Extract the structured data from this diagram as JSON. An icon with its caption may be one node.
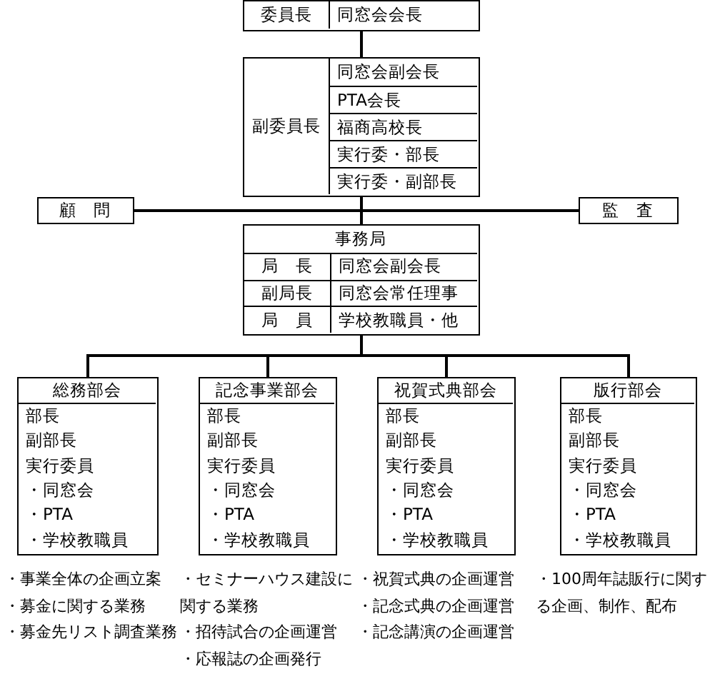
{
  "diagram": {
    "nodes": [
      {
        "text": [
          "委員長",
          "同窓会会長"
        ]
      },
      {
        "text": [
          "副委員長",
          "同窓会副会長",
          "PTA会長",
          "福商高校長",
          "実行委・部長",
          "実行委・副部長"
        ]
      },
      {
        "text": [
          "顧　問"
        ]
      },
      {
        "text": [
          "監　査"
        ]
      },
      {
        "text": [
          "事務局",
          "局　長",
          "同窓会副会長",
          "副局長",
          "同窓会常任理事",
          "局　員",
          "学校教職員・他"
        ]
      },
      {
        "text": [
          "総務部会",
          "部長",
          "副部長",
          "実行委員",
          "・同窓会",
          "・PTA",
          "・学校教職員"
        ],
        "beside": [
          "・事業全体の企画立案",
          "・募金に関する業務",
          "・募金先リスト調査業務"
        ]
      },
      {
        "text": [
          "記念事業部会",
          "部長",
          "副部長",
          "実行委員",
          "・同窓会",
          "・PTA",
          "・学校教職員"
        ],
        "beside": [
          "・セミナーハウス建設に関する業務",
          "・招待試合の企画運営",
          "・応報誌の企画発行"
        ]
      },
      {
        "text": [
          "祝賀式典部会",
          "部長",
          "副部長",
          "実行委員",
          "・同窓会",
          "・PTA",
          "・学校教職員"
        ],
        "beside": [
          "・祝賀式典の企画運営",
          "・記念式典の企画運営",
          "・記念講演の企画運営"
        ]
      },
      {
        "text": [
          "版行部会",
          "部長",
          "副部長",
          "実行委員",
          "・同窓会",
          "・PTA",
          "・学校教職員"
        ],
        "beside": [
          "・100周年誌販行に関する企画、制作、配布"
        ]
      }
    ],
    "edges": [
      {
        "from": 0,
        "to": 1,
        "arrow": "none"
      },
      {
        "from": 1,
        "to": 4,
        "arrow": "none"
      },
      {
        "from": 2,
        "to": 3,
        "arrow": "none"
      },
      {
        "from": 4,
        "to": 5,
        "arrow": "none"
      },
      {
        "from": 4,
        "to": 6,
        "arrow": "none"
      },
      {
        "from": 4,
        "to": 7,
        "arrow": "none"
      },
      {
        "from": 4,
        "to": 8,
        "arrow": "none"
      }
    ]
  }
}
